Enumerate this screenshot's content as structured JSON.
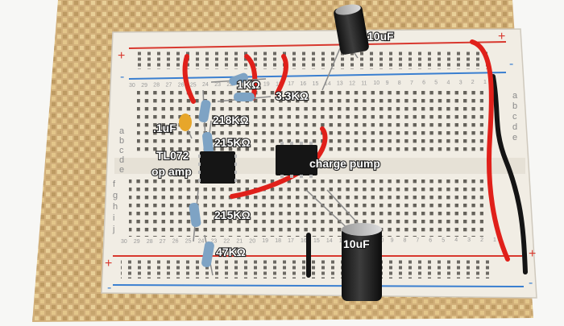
{
  "labels": {
    "cap_top": "10uF",
    "res_1k": "1KΩ",
    "res_3k3": "3.3KΩ",
    "res_218k": "218KΩ",
    "cap_small": ".1uF",
    "res_215k_top": "215KΩ",
    "opamp_line1": "TL072",
    "opamp_line2": "op amp",
    "charge_pump": "charge pump",
    "res_215k_bottom": "215KΩ",
    "res_47k": "47KΩ",
    "cap_bottom": "10uF"
  },
  "rail_signs": {
    "plus": "+",
    "minus": "-"
  },
  "row_letters_left": [
    "a",
    "b",
    "c",
    "d",
    "e"
  ],
  "row_letters_right": [
    "a",
    "b",
    "c",
    "d",
    "e"
  ],
  "row_letters_bottom": [
    "f",
    "g",
    "h",
    "i",
    "j"
  ],
  "column_numbers_top": [
    "30",
    "29",
    "28",
    "27",
    "26",
    "25",
    "24",
    "23",
    "22",
    "21",
    "20",
    "19",
    "18",
    "17",
    "16",
    "15",
    "14",
    "13",
    "12",
    "11",
    "10",
    "9",
    "8",
    "7",
    "6",
    "5",
    "4",
    "3",
    "2",
    "1"
  ],
  "column_numbers_bottom": [
    "30",
    "29",
    "28",
    "27",
    "26",
    "25",
    "24",
    "23",
    "22",
    "21",
    "20",
    "19",
    "18",
    "17",
    "16",
    "15",
    "14",
    "13",
    "12",
    "11",
    "10",
    "9",
    "8",
    "7",
    "6",
    "5",
    "4",
    "3",
    "2",
    "1"
  ],
  "colors": {
    "rail_red": "#d8382e",
    "rail_blue": "#3a7fd0",
    "wire_red": "#e0201a",
    "board": "#f1ede4"
  }
}
